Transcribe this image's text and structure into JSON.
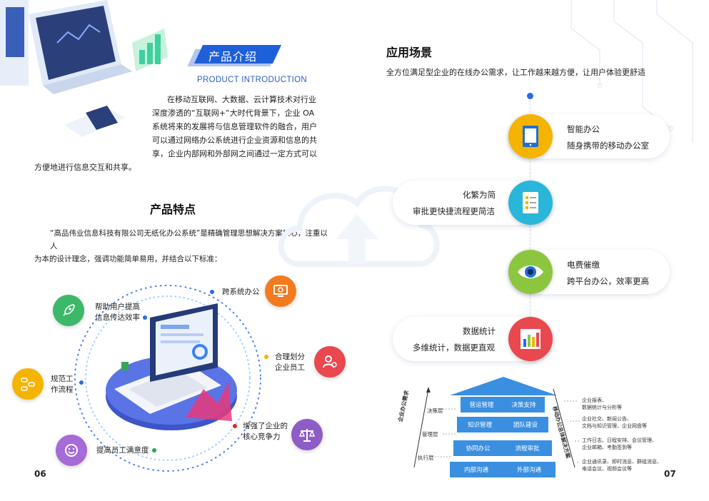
{
  "left_page": {
    "title": "产品介绍",
    "subtitle": "PRODUCT INTRODUCTION",
    "intro_lines": [
      "在移动互联网、大数据、云计算技术对行业",
      "深度渗透的“互联网+”大时代背景下，企业 OA",
      "系统将来的发展将与信息管理软件的融合，用户",
      "可以通过网络办公系统进行企业资源和信息的共",
      "享，企业内部网和外部网之间通过一定方式可以",
      "方便地进行信息交互和共享。"
    ],
    "features_title": "产品特点",
    "features_desc_lines": [
      "“高品伟业信息科技有限公司无纸化办公系统”是精确管理思想解决方案核心，注重以人",
      "为本的设计理念，强调功能简单易用，并结合以下标准："
    ],
    "features": [
      {
        "label": "跨系统办公",
        "icon": "monitor-gear-icon",
        "color": "#f47a20",
        "dot": "#2a6ae8"
      },
      {
        "label_lines": [
          "合理划分",
          "企业员工"
        ],
        "icon": "user-gear-icon",
        "color": "#e9484f",
        "dot": "#f5b400"
      },
      {
        "label_lines": [
          "增强了企业的",
          "核心竞争力"
        ],
        "icon": "scale-icon",
        "color": "#8d5cc7",
        "dot": "#e0261e"
      },
      {
        "label": "提高员工满意度",
        "icon": "smile-icon",
        "color": "#a66bd6",
        "dot": "#1ea84a"
      },
      {
        "label_lines": [
          "规范工",
          "作流程"
        ],
        "icon": "flowchart-icon",
        "color": "#f5b400",
        "dot": "#2a6ae8"
      },
      {
        "label_lines": [
          "帮助用户提高",
          "信息传达效率"
        ],
        "icon": "rocket-icon",
        "color": "#3cb86a",
        "dot": "#2a6ae8"
      }
    ],
    "page_number": "06"
  },
  "right_page": {
    "title": "应用场景",
    "desc": "全方位满足型企业的在线办公需求，让工作越来越方便，让用户体验更舒适",
    "scenes": [
      {
        "title": "智能办公",
        "desc": "随身携带的移动办公室",
        "icon": "tablet-icon",
        "color": "#f5b400"
      },
      {
        "title": "化繁为简",
        "desc": "审批更快捷流程更简洁",
        "icon": "checklist-icon",
        "color": "#29b6d8"
      },
      {
        "title": "电费催缴",
        "desc": "跨平台办公，效率更高",
        "icon": "eye-icon",
        "color": "#8cc63f"
      },
      {
        "title": "数据统计",
        "desc": "多维统计，数据更直观",
        "icon": "bar-chart-icon",
        "color": "#e9484f"
      }
    ],
    "pyramid": {
      "roof_row": [
        "营运管理",
        "决策支持"
      ],
      "rows": [
        [
          "知识管理",
          "团队建设"
        ],
        [
          "协同办公",
          "流程审批"
        ],
        [
          "内部沟通",
          "外部沟通"
        ]
      ],
      "levels": [
        "决策层",
        "管理层",
        "执行层"
      ],
      "left_axis": "企业办公需求",
      "right_axis": "移动办公总体解决方案",
      "notes": [
        [
          "企业报表、",
          "数据统计与分析等"
        ],
        [
          "企业社交、新闻公告、",
          "文档与知识管理、企业网盘等"
        ],
        [
          "工作日志、日程安排、会议管理、",
          "企业邮箱、考勤签到等"
        ],
        [
          "企业通讯录、即时消息、群组消息、",
          "电话会议、视频会议等"
        ]
      ]
    },
    "page_number": "07"
  },
  "colors": {
    "brand_blue": "#1f5fd9",
    "accent_blue": "#2a6ae8",
    "pyramid_blue": "#3a8fe0"
  }
}
